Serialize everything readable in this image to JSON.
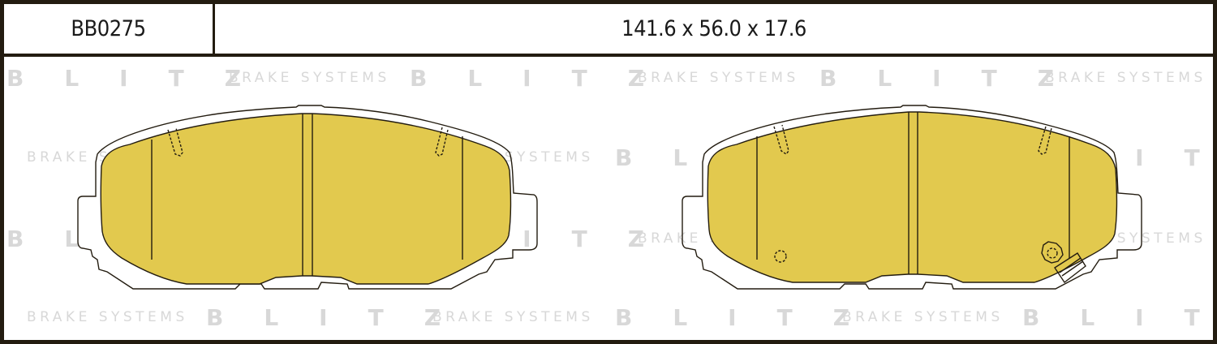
{
  "header": {
    "part_number": "BB0275",
    "dimensions": "141.6 x 56.0 x 17.6"
  },
  "watermark": {
    "brand": "BLITZ",
    "tagline": "BRAKE SYSTEMS",
    "color": "#d8d8d8"
  },
  "drawing": {
    "pads": [
      {
        "name": "left-brake-pad",
        "has_wear_sensor": false
      },
      {
        "name": "right-brake-pad",
        "has_wear_sensor": true
      }
    ],
    "friction_color": "#e2c94e",
    "outline_color": "#231c10",
    "frame_color": "#231c10"
  }
}
